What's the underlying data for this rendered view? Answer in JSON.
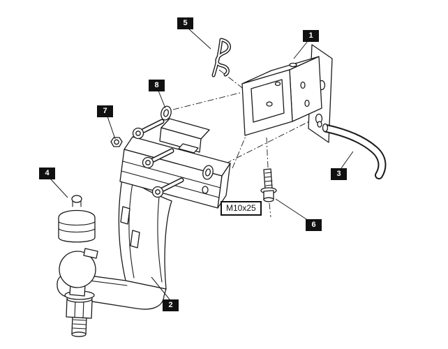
{
  "diagram": {
    "kind": "exploded-parts-illustration",
    "subject": "detachable-towbar-hitch-assembly",
    "background_color": "#ffffff",
    "line_color": "#1a1a1a",
    "callout_style": {
      "bg": "#111111",
      "text_color": "#ffffff"
    },
    "callouts": [
      {
        "id": "1",
        "part": "receiver-housing"
      },
      {
        "id": "2",
        "part": "ball-mount-bracket"
      },
      {
        "id": "3",
        "part": "locking-handle-pin"
      },
      {
        "id": "4",
        "part": "towball-cover"
      },
      {
        "id": "5",
        "part": "r-clip-pin"
      },
      {
        "id": "6",
        "part": "flange-bolt"
      },
      {
        "id": "7",
        "part": "flange-nut"
      },
      {
        "id": "8",
        "part": "washer"
      }
    ],
    "annotations": [
      {
        "text": "M10x25",
        "target": "flange-bolt"
      }
    ]
  }
}
